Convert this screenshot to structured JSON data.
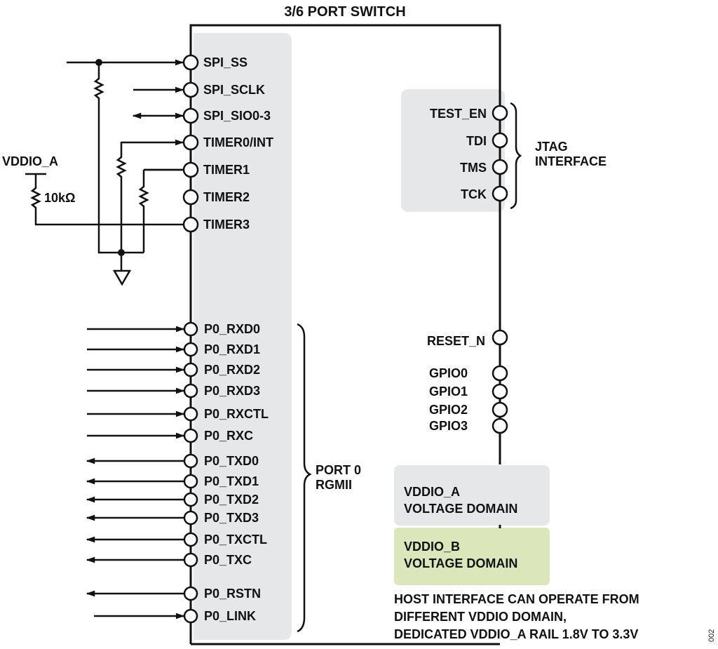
{
  "title": "3/6 PORT SWITCH",
  "colors": {
    "panel_gray": "#e6e7e8",
    "vddio_b_green": "#dbe7bb",
    "line": "#111111"
  },
  "left_pins_top": [
    {
      "label": "SPI_SS",
      "dir": "in"
    },
    {
      "label": "SPI_SCLK",
      "dir": "in"
    },
    {
      "label": "SPI_SIO0-3",
      "dir": "bidir"
    },
    {
      "label": "TIMER0/INT",
      "dir": "in"
    },
    {
      "label": "TIMER1",
      "dir": "none"
    },
    {
      "label": "TIMER2",
      "dir": "none"
    },
    {
      "label": "TIMER3",
      "dir": "none"
    }
  ],
  "supply_label": "VDDIO_A",
  "resistor_label": "10kΩ",
  "left_pins_port0": [
    {
      "label": "P0_RXD0",
      "dir": "in"
    },
    {
      "label": "P0_RXD1",
      "dir": "in"
    },
    {
      "label": "P0_RXD2",
      "dir": "in"
    },
    {
      "label": "P0_RXD3",
      "dir": "in"
    },
    {
      "label": "P0_RXCTL",
      "dir": "in"
    },
    {
      "label": "P0_RXC",
      "dir": "in"
    },
    {
      "label": "P0_TXD0",
      "dir": "out"
    },
    {
      "label": "P0_TXD1",
      "dir": "out"
    },
    {
      "label": "P0_TXD2",
      "dir": "out"
    },
    {
      "label": "P0_TXD3",
      "dir": "out"
    },
    {
      "label": "P0_TXCTL",
      "dir": "out"
    },
    {
      "label": "P0_TXC",
      "dir": "out"
    },
    {
      "label": "P0_RSTN",
      "dir": "out"
    },
    {
      "label": "P0_LINK",
      "dir": "in"
    }
  ],
  "port0_group": [
    "PORT 0",
    "RGMII"
  ],
  "jtag_pins": [
    "TEST_EN",
    "TDI",
    "TMS",
    "TCK"
  ],
  "jtag_group": [
    "JTAG",
    "INTERFACE"
  ],
  "reset_pin": "RESET_N",
  "gpio_pins": [
    "GPIO0",
    "GPIO1",
    "GPIO2",
    "GPIO3"
  ],
  "domain_a": [
    "VDDIO_A",
    "VOLTAGE DOMAIN"
  ],
  "domain_b": [
    "VDDIO_B",
    "VOLTAGE DOMAIN"
  ],
  "note": [
    "HOST INTERFACE CAN OPERATE FROM",
    "DIFFERENT VDDIO DOMAIN,",
    "DEDICATED VDDIO_A RAIL 1.8V TO 3.3V"
  ],
  "figure_id": "002"
}
